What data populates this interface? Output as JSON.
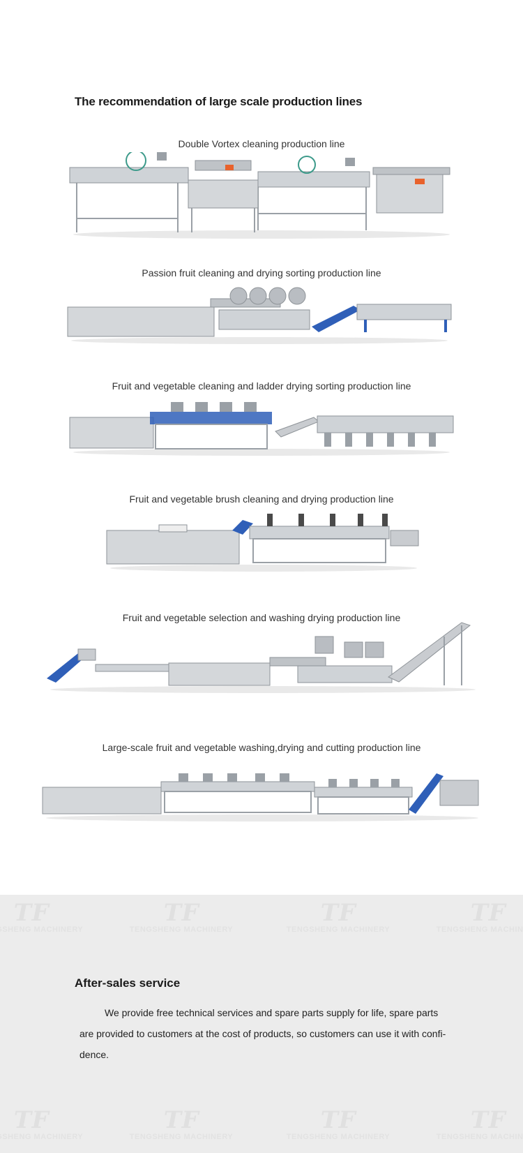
{
  "section": {
    "title": "The recommendation of large scale production lines",
    "lines": [
      {
        "name": "Double Vortex cleaning production line"
      },
      {
        "name": "Passion fruit cleaning and drying sorting production line"
      },
      {
        "name": "Fruit and vegetable cleaning and ladder drying sorting production line"
      },
      {
        "name": "Fruit and vegetable brush cleaning and drying production line"
      },
      {
        "name": "Fruit and vegetable selection and washing drying production line"
      },
      {
        "name": "Large-scale fruit and vegetable washing,drying and cutting production line"
      }
    ]
  },
  "after_sales": {
    "title": "After-sales service",
    "text": "We provide free technical services and spare parts supply for life, spare parts are provided to customers at the cost of products, so customers can use it with confi-dence."
  },
  "watermark": {
    "logo": "TF",
    "text": "TENGSHENG MACHINERY"
  },
  "colors": {
    "steel": "#c9ccd0",
    "steel_dark": "#8e9398",
    "blue": "#2f5fb8",
    "orange": "#e8622c",
    "band": "#ececec"
  }
}
